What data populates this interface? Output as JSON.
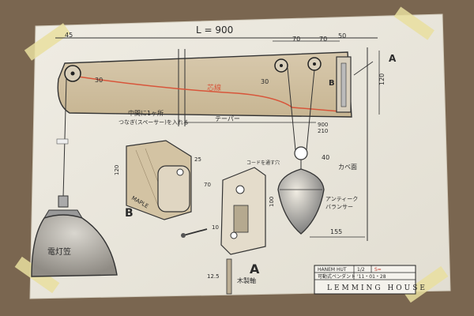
{
  "drawing": {
    "overall_length": "L = 900",
    "dims": {
      "left_offset": "45",
      "top_70a": "70",
      "top_70b": "70",
      "top_50": "50",
      "right_120": "120",
      "label_30a": "30",
      "label_30b": "30",
      "d_40": "40",
      "len_900": "900",
      "len_210": "210",
      "side_120": "120",
      "side_70": "70",
      "bottom_155": "155",
      "bottom_100": "100",
      "bottom_125": "12.5",
      "small_25": "25",
      "small_10": "10"
    },
    "labels": {
      "part_a_top": "A",
      "part_b_top": "B",
      "part_b_detail": "B",
      "part_a_detail": "A",
      "maple": "MAPLE",
      "red_line_note": "芯線",
      "middle_note_1": "中間に1ヶ所",
      "middle_note_2": "つなぎ(スペーサー)を入れる",
      "taper": "テーパー",
      "wall_side": "カベ面",
      "antique_1": "アンティーク",
      "antique_2": "バランサー",
      "lamp_shade": "電灯笠",
      "wood_shaft": "木製軸",
      "cord_note": "コードを通す穴"
    },
    "title_block": {
      "row1_col1": "HANEM HUT",
      "row1_col2": "1/2",
      "row1_col3": "S=",
      "row2_col1": "可動式ペンダント",
      "row2_col2": "'11・01・28",
      "company": "LEMMING HOUSE"
    }
  }
}
